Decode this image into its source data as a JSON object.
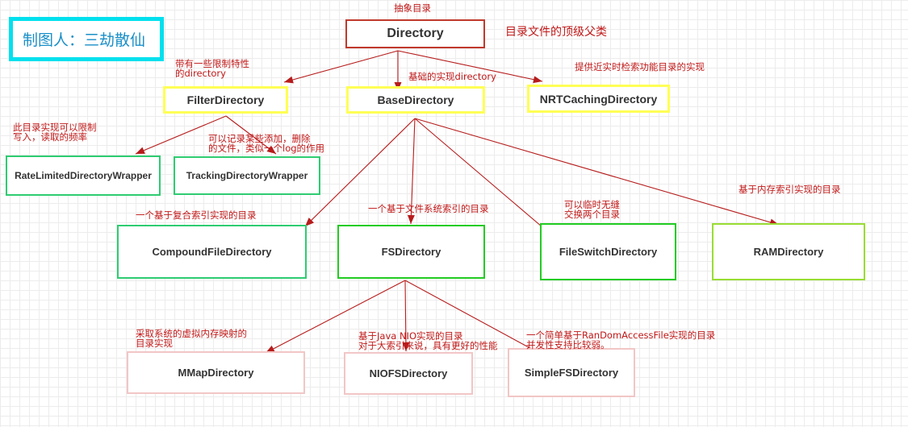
{
  "author_label": "制图人：三劫散仙",
  "nodes": {
    "directory": "Directory",
    "filter": "FilterDirectory",
    "base": "BaseDirectory",
    "nrt": "NRTCachingDirectory",
    "ratelimited": "RateLimitedDirectoryWrapper",
    "tracking": "TrackingDirectoryWrapper",
    "compound": "CompoundFileDirectory",
    "fs": "FSDirectory",
    "fileswitch": "FileSwitchDirectory",
    "ram": "RAMDirectory",
    "mmap": "MMapDirectory",
    "niofs": "NIOFSDirectory",
    "simplefs": "SimpleFSDirectory"
  },
  "notes": {
    "abstract": [
      "抽象目录"
    ],
    "top_parent": [
      "目录文件的顶级父类"
    ],
    "filter": [
      "带有一些限制特性",
      "的directory"
    ],
    "base": [
      "基础的实现directory"
    ],
    "nrt": [
      "提供近实时检索功能目录的实现"
    ],
    "ratelimited": [
      "此目录实现可以限制",
      "写入，读取的频率"
    ],
    "tracking": [
      "可以记录某些添加，删除",
      "的文件，类似一个log的作用"
    ],
    "compound": [
      "一个基于复合索引实现的目录"
    ],
    "fs": [
      "一个基于文件系统索引的目录"
    ],
    "fileswitch": [
      "可以临时无缝",
      "交换两个目录"
    ],
    "ram": [
      "基于内存索引实现的目录"
    ],
    "mmap": [
      "采取系统的虚拟内存映射的",
      "目录实现"
    ],
    "niofs": [
      "基于Java NIO实现的目录",
      "对于大索引来说，具有更好的性能"
    ],
    "simplefs": [
      "一个简单基于RanDomAccessFile实现的目录",
      "并发性支持比较弱。"
    ]
  },
  "colors": {
    "arrow": "#b71c1c",
    "note": "#c01818",
    "author_border": "#00e0ee",
    "author_text": "#1a8fc8",
    "directory_border": "#c0392b",
    "yellow_border": "#ffff55",
    "teal_border": "#2ecc71",
    "green_border": "#22cc22",
    "lime_border": "#99dd33",
    "pink_border": "#f2c6c6"
  }
}
